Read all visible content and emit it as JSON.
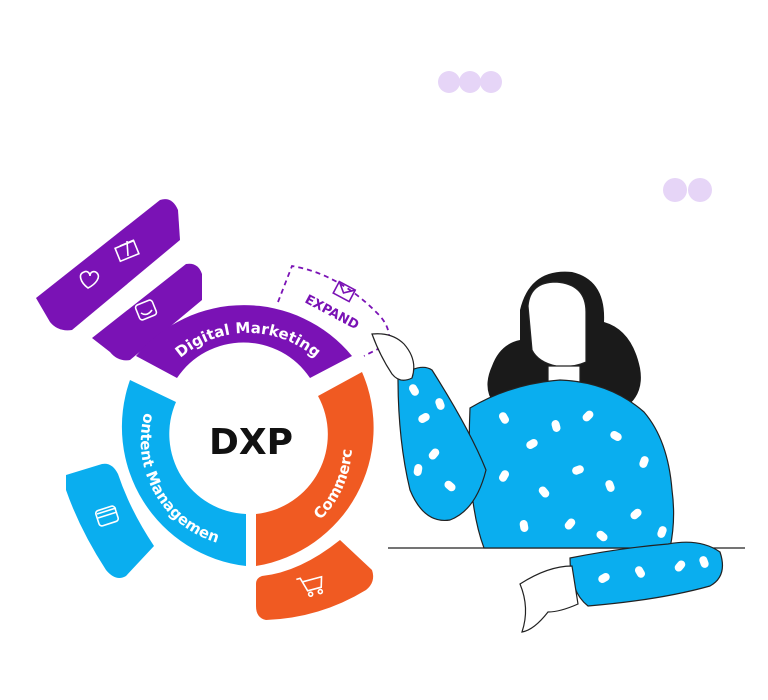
{
  "center_label": "DXP",
  "segments": {
    "digital_marketing": {
      "label": "Digital Marketing",
      "color": "#7a12b5"
    },
    "content_management": {
      "label": "Content Management",
      "color": "#0aaeef"
    },
    "ecommerce": {
      "label": "eCommerce",
      "color": "#f05a22"
    }
  },
  "expand_label": "EXPAND",
  "colors": {
    "dots": "#e6d5f7",
    "person_top": "#0aaeef",
    "hair": "#1a1a1a",
    "outline": "#222222"
  },
  "icons": [
    "heart-icon",
    "gift-icon",
    "chat-smile-icon",
    "envelope-icon",
    "card-icon",
    "cart-icon"
  ]
}
